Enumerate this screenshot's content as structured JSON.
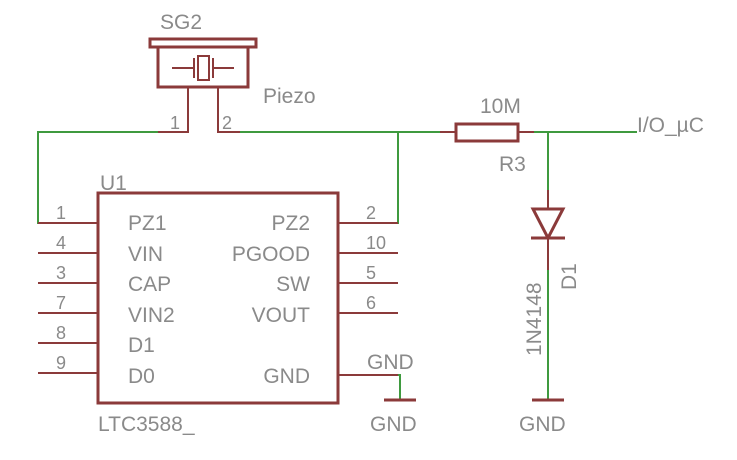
{
  "colors": {
    "background": "#ffffff",
    "text": "#8a8a8a",
    "component": "#8b3a3a",
    "wire": "#3f9a3f"
  },
  "sg2": {
    "name": "SG2",
    "value": "Piezo",
    "pin1": "1",
    "pin2": "2"
  },
  "u1": {
    "name": "U1",
    "value": "LTC3588_",
    "left_pins": [
      {
        "number": "1",
        "label": "PZ1"
      },
      {
        "number": "4",
        "label": "VIN"
      },
      {
        "number": "3",
        "label": "CAP"
      },
      {
        "number": "7",
        "label": "VIN2"
      },
      {
        "number": "8",
        "label": "D1"
      },
      {
        "number": "9",
        "label": "D0"
      }
    ],
    "right_pins": [
      {
        "number": "2",
        "label": "PZ2"
      },
      {
        "number": "10",
        "label": "PGOOD"
      },
      {
        "number": "5",
        "label": "SW"
      },
      {
        "number": "6",
        "label": "VOUT"
      },
      {
        "number": "",
        "label": "GND"
      }
    ]
  },
  "r3": {
    "name": "R3",
    "value": "10M"
  },
  "d1": {
    "name": "D1",
    "value": "1N4148"
  },
  "net_io": "I/O_µC",
  "gnd_net_label": "GND",
  "gnd_symbols": [
    "GND",
    "GND"
  ]
}
